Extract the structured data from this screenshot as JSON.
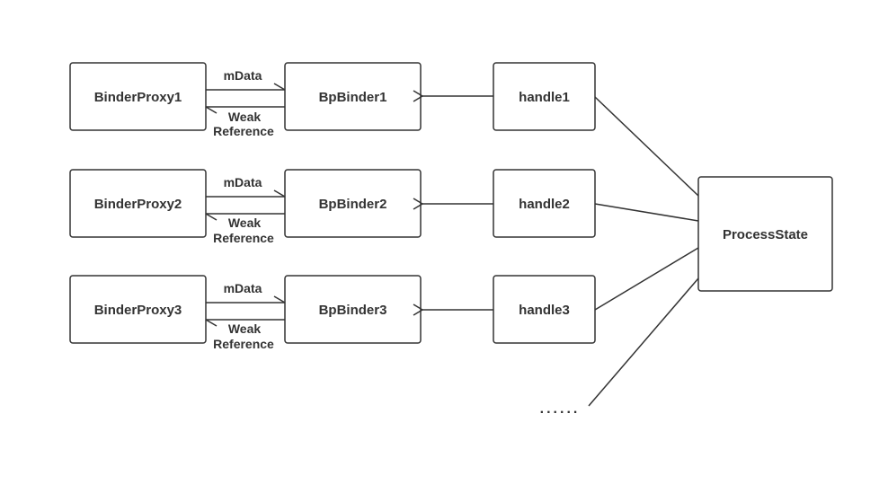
{
  "rows": [
    {
      "proxy": "BinderProxy1",
      "binder": "BpBinder1",
      "handle": "handle1",
      "forward_label": "mData",
      "back_label_line1": "Weak",
      "back_label_line2": "Reference"
    },
    {
      "proxy": "BinderProxy2",
      "binder": "BpBinder2",
      "handle": "handle2",
      "forward_label": "mData",
      "back_label_line1": "Weak",
      "back_label_line2": "Reference"
    },
    {
      "proxy": "BinderProxy3",
      "binder": "BpBinder3",
      "handle": "handle3",
      "forward_label": "mData",
      "back_label_line1": "Weak",
      "back_label_line2": "Reference"
    }
  ],
  "process_state": "ProcessState",
  "ellipsis": "......",
  "colors": {
    "stroke": "#333333",
    "text": "#333333",
    "background": "#ffffff"
  }
}
